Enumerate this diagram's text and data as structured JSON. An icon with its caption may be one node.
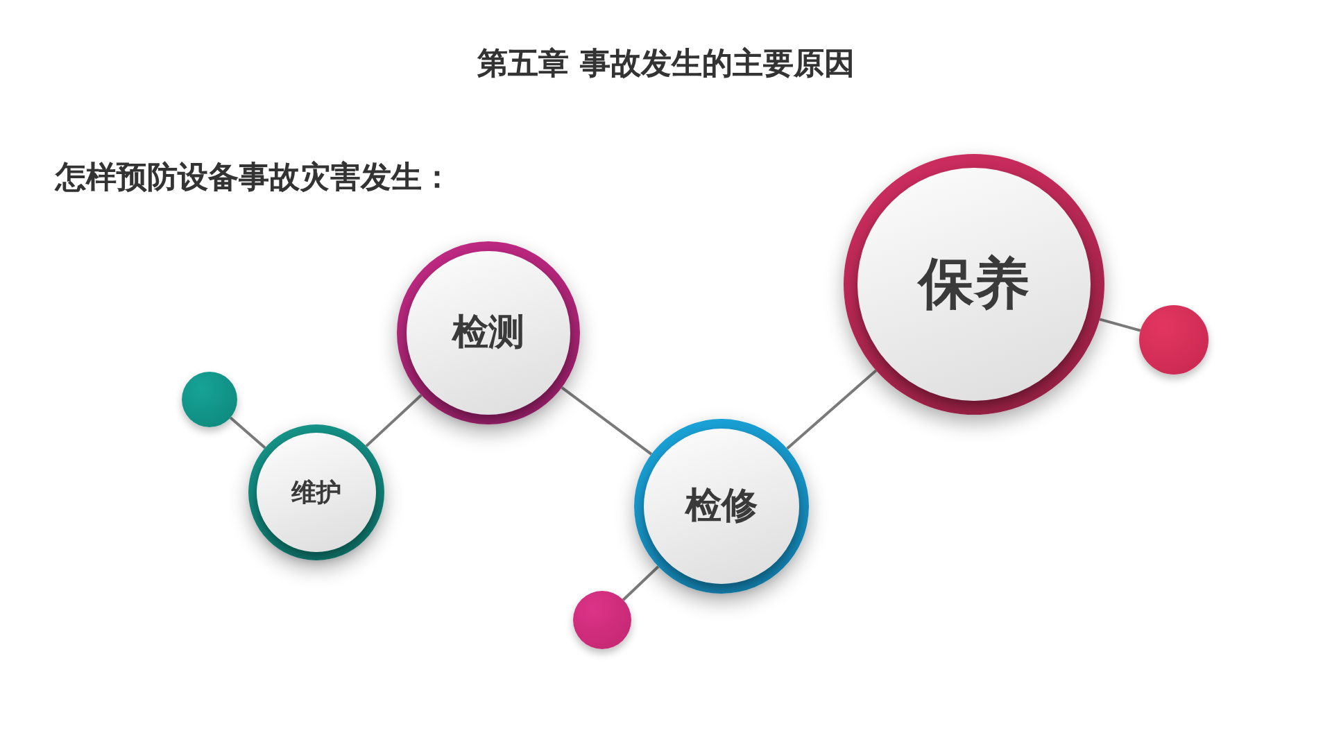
{
  "diagram": {
    "title": "第五章  事故发生的主要原因",
    "nodes": [
      {
        "text": [],
        "shape": "circle"
      },
      {
        "text": [
          "维护"
        ]
      },
      {
        "text": [
          "检测"
        ]
      },
      {
        "text": [],
        "shape": "circle"
      },
      {
        "text": [
          "检修"
        ]
      },
      {
        "text": [
          "保养"
        ]
      },
      {
        "text": [],
        "shape": "circle"
      }
    ],
    "edges": [
      {
        "from": 0,
        "to": 1,
        "arrow": "none"
      },
      {
        "from": 1,
        "to": 2,
        "arrow": "none"
      },
      {
        "from": 2,
        "to": 4,
        "arrow": "none"
      },
      {
        "from": 4,
        "to": 3,
        "arrow": "none"
      },
      {
        "from": 4,
        "to": 5,
        "arrow": "none"
      },
      {
        "from": 5,
        "to": 6,
        "arrow": "none"
      }
    ],
    "labels": [
      "怎样预防设备事故灾害发生："
    ]
  }
}
